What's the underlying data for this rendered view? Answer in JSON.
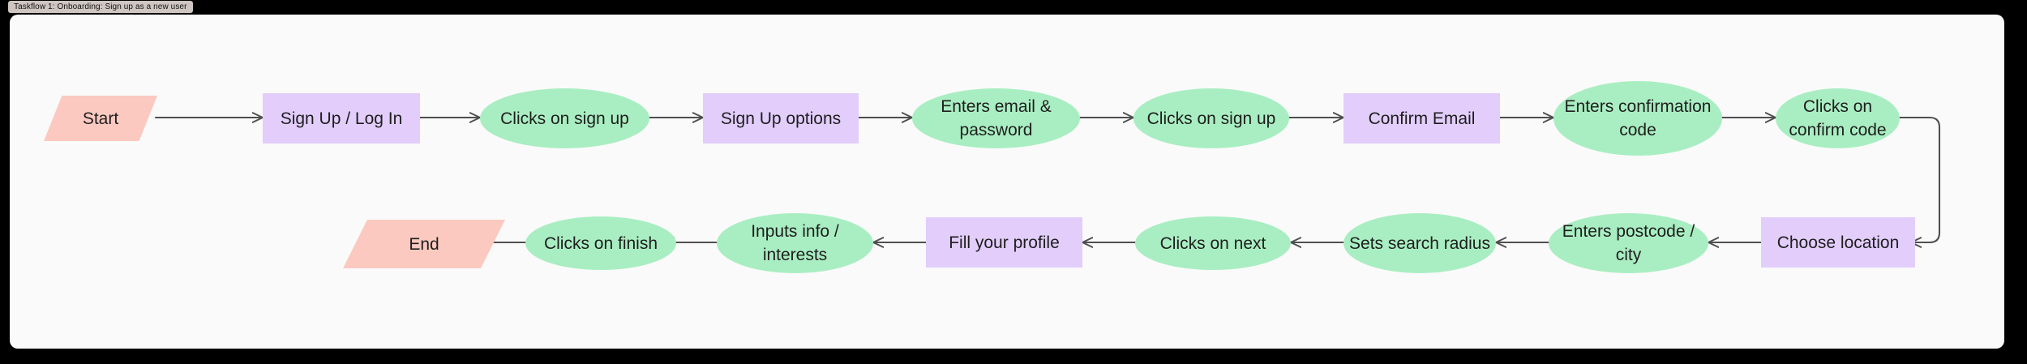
{
  "frame": {
    "label": "Taskflow 1: Onboarding: Sign up as a new user"
  },
  "colors": {
    "page_background": "#000000",
    "canvas_background": "#fafafa",
    "terminator_pink": "#fbc9c0",
    "screen_purple": "#e2cdfb",
    "action_green": "#a9eec2",
    "connector_gray": "#4f4f4f",
    "text": "#1e1e1e",
    "label_badge": "#cfc6c2"
  },
  "flowchart": {
    "title": "Taskflow 1: Onboarding: Sign up as a new user",
    "direction": "left-to-right then right-to-left (serpentine, 2 rows)",
    "node_types": {
      "parallelogram": "terminator (start / end)",
      "rect": "screen / page",
      "ellipse": "user action"
    },
    "nodes": [
      {
        "id": "start",
        "row": 1,
        "order": 1,
        "type": "parallelogram",
        "label": "Start"
      },
      {
        "id": "signup-login",
        "row": 1,
        "order": 2,
        "type": "rect",
        "label": "Sign Up / Log In"
      },
      {
        "id": "clicks-signup-1",
        "row": 1,
        "order": 3,
        "type": "ellipse",
        "label": "Clicks on sign up"
      },
      {
        "id": "signup-options",
        "row": 1,
        "order": 4,
        "type": "rect",
        "label": "Sign Up options"
      },
      {
        "id": "enters-email-pw",
        "row": 1,
        "order": 5,
        "type": "ellipse",
        "label": "Enters email & password"
      },
      {
        "id": "clicks-signup-2",
        "row": 1,
        "order": 6,
        "type": "ellipse",
        "label": "Clicks on sign up"
      },
      {
        "id": "confirm-email",
        "row": 1,
        "order": 7,
        "type": "rect",
        "label": "Confirm Email"
      },
      {
        "id": "enters-conf-code",
        "row": 1,
        "order": 8,
        "type": "ellipse",
        "label": "Enters confirmation code"
      },
      {
        "id": "clicks-conf-code",
        "row": 1,
        "order": 9,
        "type": "ellipse",
        "label": "Clicks on confirm code"
      },
      {
        "id": "choose-location",
        "row": 2,
        "order": 1,
        "type": "rect",
        "label": "Choose location"
      },
      {
        "id": "enters-postcode",
        "row": 2,
        "order": 2,
        "type": "ellipse",
        "label": "Enters postcode / city"
      },
      {
        "id": "sets-radius",
        "row": 2,
        "order": 3,
        "type": "ellipse",
        "label": "Sets search radius"
      },
      {
        "id": "clicks-next",
        "row": 2,
        "order": 4,
        "type": "ellipse",
        "label": "Clicks on next"
      },
      {
        "id": "fill-profile",
        "row": 2,
        "order": 5,
        "type": "rect",
        "label": "Fill your profile"
      },
      {
        "id": "inputs-info",
        "row": 2,
        "order": 6,
        "type": "ellipse",
        "label": "Inputs info / interests"
      },
      {
        "id": "clicks-finish",
        "row": 2,
        "order": 7,
        "type": "ellipse",
        "label": "Clicks on finish"
      },
      {
        "id": "end",
        "row": 2,
        "order": 8,
        "type": "parallelogram",
        "label": "End"
      }
    ],
    "edges": [
      {
        "from": "start",
        "to": "signup-login",
        "style": "straight-right"
      },
      {
        "from": "signup-login",
        "to": "clicks-signup-1",
        "style": "straight-right"
      },
      {
        "from": "clicks-signup-1",
        "to": "signup-options",
        "style": "straight-right"
      },
      {
        "from": "signup-options",
        "to": "enters-email-pw",
        "style": "straight-right"
      },
      {
        "from": "enters-email-pw",
        "to": "clicks-signup-2",
        "style": "straight-right"
      },
      {
        "from": "clicks-signup-2",
        "to": "confirm-email",
        "style": "straight-right"
      },
      {
        "from": "confirm-email",
        "to": "enters-conf-code",
        "style": "straight-right"
      },
      {
        "from": "enters-conf-code",
        "to": "clicks-conf-code",
        "style": "straight-right"
      },
      {
        "from": "clicks-conf-code",
        "to": "choose-location",
        "style": "elbow-down-then-left"
      },
      {
        "from": "choose-location",
        "to": "enters-postcode",
        "style": "straight-left"
      },
      {
        "from": "enters-postcode",
        "to": "sets-radius",
        "style": "straight-left"
      },
      {
        "from": "sets-radius",
        "to": "clicks-next",
        "style": "straight-left"
      },
      {
        "from": "clicks-next",
        "to": "fill-profile",
        "style": "straight-left"
      },
      {
        "from": "fill-profile",
        "to": "inputs-info",
        "style": "straight-left"
      },
      {
        "from": "inputs-info",
        "to": "clicks-finish",
        "style": "straight-left"
      },
      {
        "from": "clicks-finish",
        "to": "end",
        "style": "straight-left"
      }
    ]
  }
}
